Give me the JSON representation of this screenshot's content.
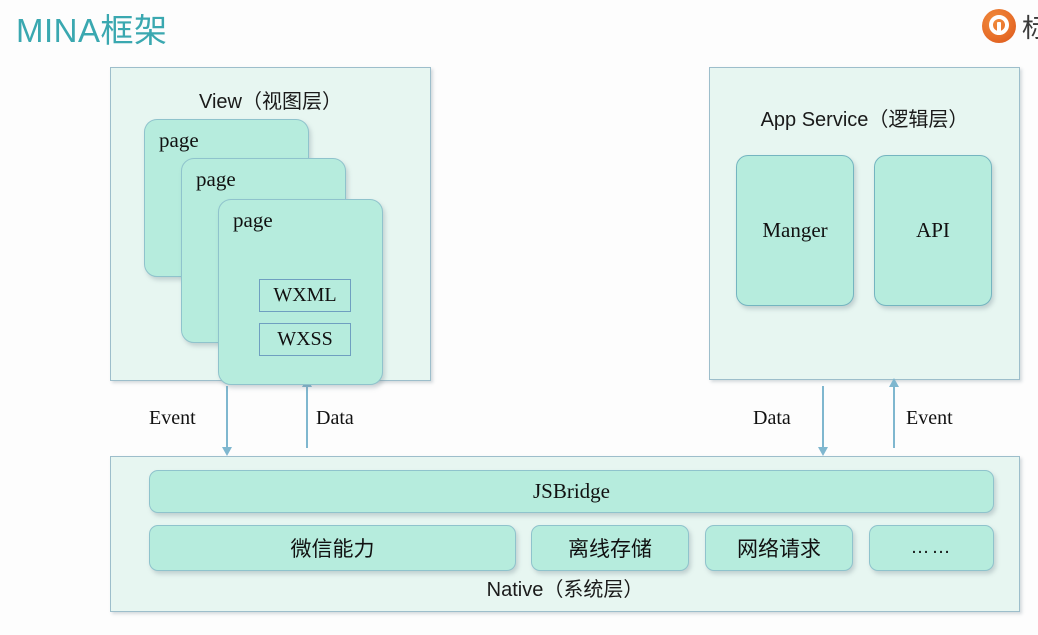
{
  "header": {
    "title": "MINA框架",
    "title_color": "#3aa8b0",
    "logo": {
      "icon": "orange-circle-q-logo",
      "color": "#e8702a",
      "text": "标"
    }
  },
  "diagram": {
    "view_panel": {
      "title": "View（视图层）",
      "pages": [
        {
          "label": "page"
        },
        {
          "label": "page"
        },
        {
          "label": "page"
        }
      ],
      "sub_boxes": [
        {
          "label": "WXML"
        },
        {
          "label": "WXSS"
        }
      ]
    },
    "app_service_panel": {
      "title": "App Service（逻辑层）",
      "cards": [
        {
          "label": "Manger"
        },
        {
          "label": "API"
        }
      ]
    },
    "native_panel": {
      "title": "Native（系统层）",
      "bridge": {
        "label": "JSBridge"
      },
      "items": [
        {
          "label": "微信能力"
        },
        {
          "label": "离线存储"
        },
        {
          "label": "网络请求"
        },
        {
          "label": "……"
        }
      ]
    },
    "connectors": [
      {
        "label": "Event",
        "direction": "down",
        "side": "view"
      },
      {
        "label": "Data",
        "direction": "up",
        "side": "view"
      },
      {
        "label": "Data",
        "direction": "down",
        "side": "app-service"
      },
      {
        "label": "Event",
        "direction": "up",
        "side": "app-service"
      }
    ],
    "colors": {
      "panel_fill": "#e7f6f1",
      "card_fill": "#b6ecdd",
      "border": "#8fc3cc",
      "arrow": "#7fb7cf"
    }
  }
}
